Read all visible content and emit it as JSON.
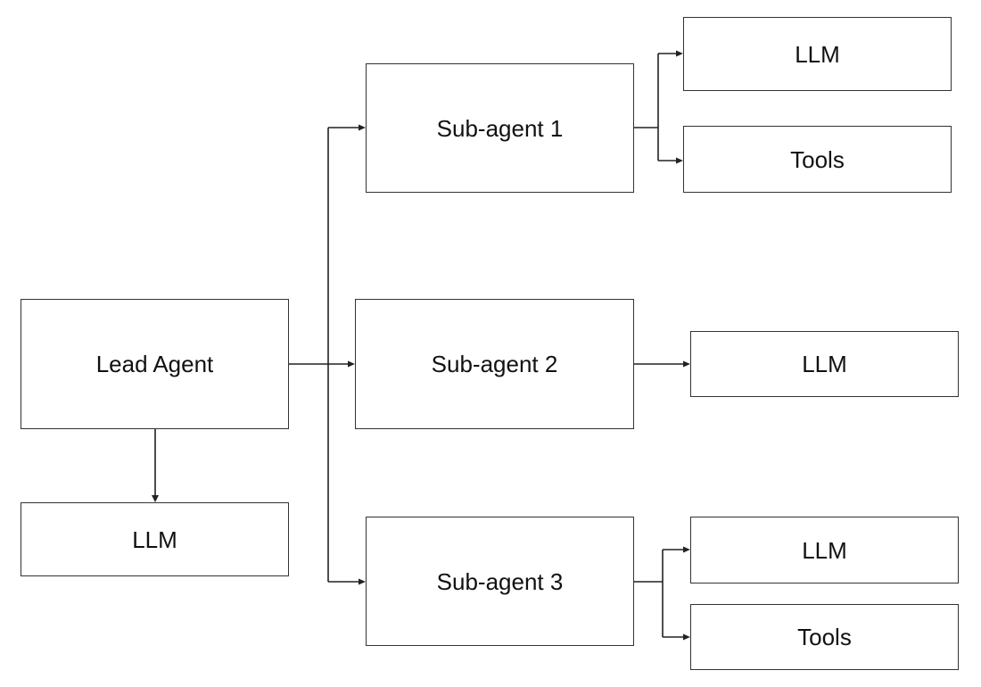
{
  "nodes": {
    "lead_agent": "Lead Agent",
    "lead_llm": "LLM",
    "sub_agent_1": "Sub-agent 1",
    "sub_agent_1_llm": "LLM",
    "sub_agent_1_tools": "Tools",
    "sub_agent_2": "Sub-agent 2",
    "sub_agent_2_llm": "LLM",
    "sub_agent_3": "Sub-agent 3",
    "sub_agent_3_llm": "LLM",
    "sub_agent_3_tools": "Tools"
  }
}
